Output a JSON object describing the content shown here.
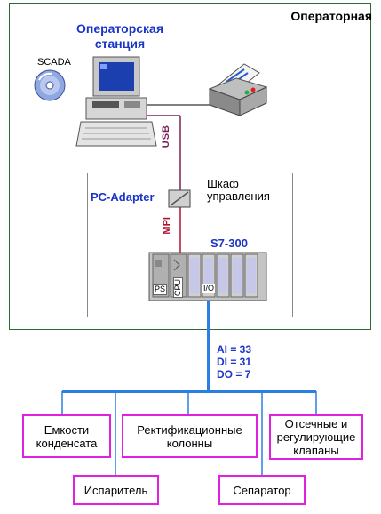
{
  "room": {
    "title": "Операторная"
  },
  "station": {
    "title_line1": "Операторская",
    "title_line2": "станция"
  },
  "scada": {
    "label": "SCADA"
  },
  "links": {
    "usb": "USB",
    "mpi": "MPI"
  },
  "adapter": {
    "label": "PC-Adapter"
  },
  "cabinet": {
    "line1": "Шкаф",
    "line2": "управления"
  },
  "plc": {
    "model": "S7-300",
    "modules": {
      "ps": "PS",
      "cpu": "CPU",
      "io": "I/O"
    }
  },
  "io_counts": {
    "ai": "AI = 33",
    "di": "DI = 31",
    "do": "DO = 7"
  },
  "equipment": {
    "condensate": {
      "line1": "Емкости",
      "line2": "конденсата"
    },
    "columns": {
      "line1": "Ректификационные",
      "line2": "колонны"
    },
    "valves": {
      "line1": "Отсечные и",
      "line2": "регулирующие",
      "line3": "клапаны"
    },
    "evaporator": {
      "line1": "Испаритель"
    },
    "separator": {
      "line1": "Сепаратор"
    }
  },
  "colors": {
    "room_border": "#2e6b2e",
    "title_blue": "#1a35c8",
    "bus_blue": "#2a7fe0",
    "box_magenta": "#e021e0",
    "usb_purple": "#7a1f5a",
    "mpi_red": "#b0122c"
  }
}
